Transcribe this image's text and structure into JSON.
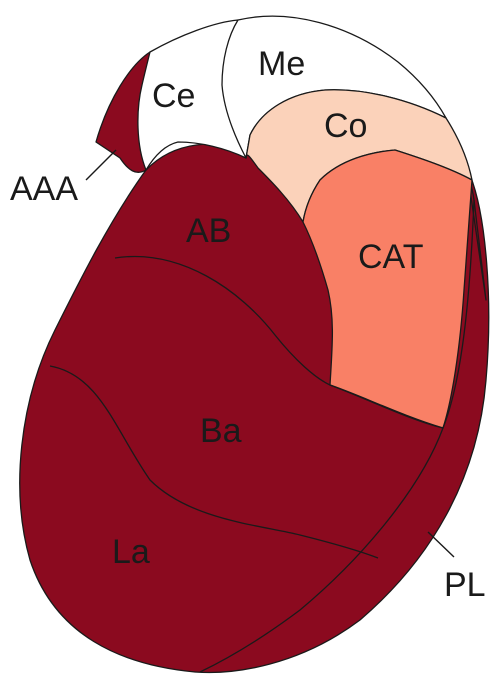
{
  "colors": {
    "dark_red": "#8b0a1f",
    "white": "#ffffff",
    "peach": "#fbd2ba",
    "salmon": "#f98066",
    "outline": "#1a1a1a"
  },
  "labels": {
    "ce": "Ce",
    "me": "Me",
    "co": "Co",
    "cat": "CAT",
    "ab": "AB",
    "ba": "Ba",
    "la": "La",
    "aaa": "AAA",
    "pl": "PL"
  }
}
